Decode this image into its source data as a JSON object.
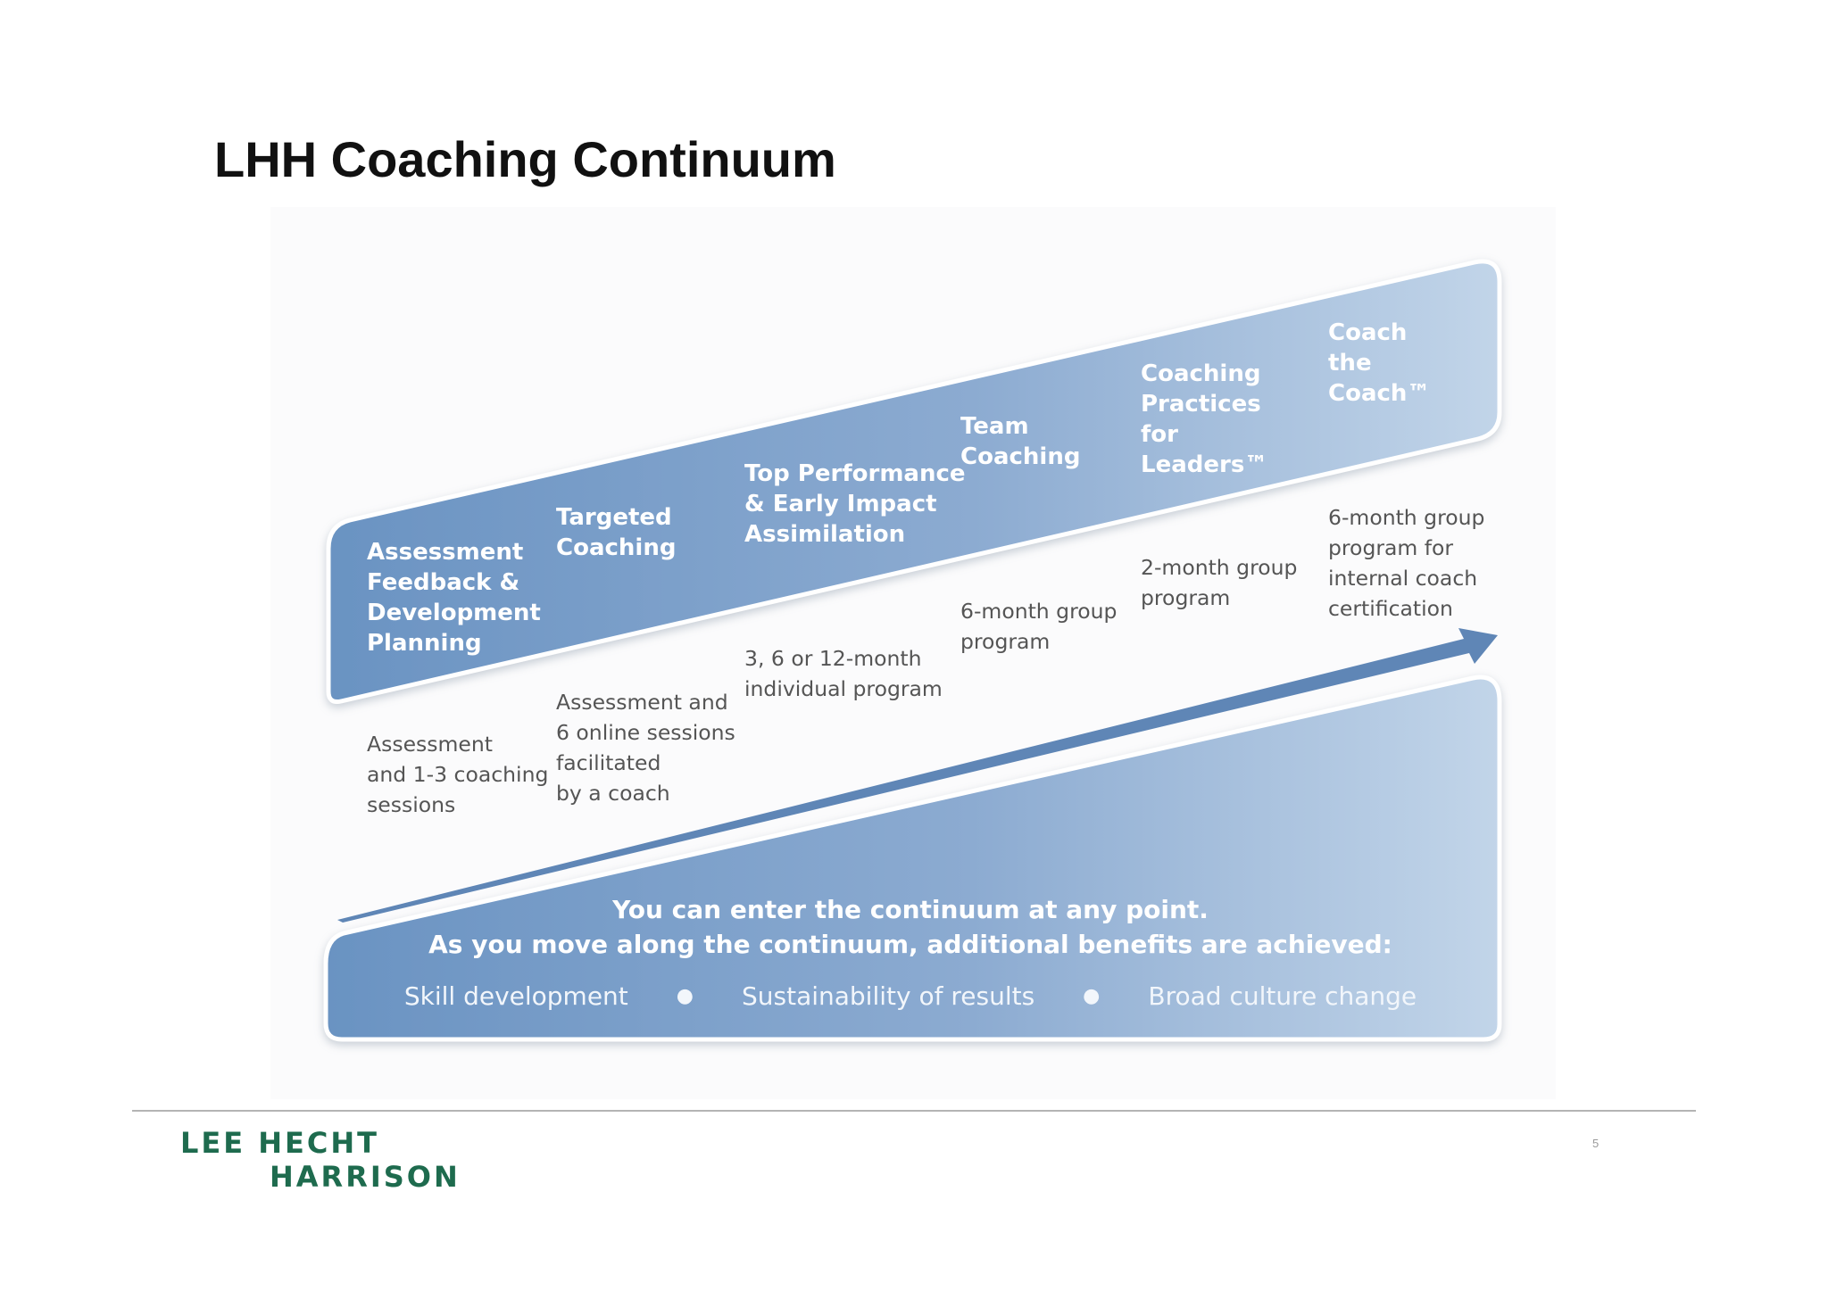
{
  "title": "LHH Coaching Continuum",
  "colors": {
    "band_dark": "#6a93c2",
    "band_light": "#c2d5e9",
    "arrow": "#5f86b6",
    "logo_green": "#1e6b4e"
  },
  "stages": [
    {
      "name": "Assessment\nFeedback &\nDevelopment\nPlanning",
      "description": "Assessment\nand 1-3 coaching\nsessions"
    },
    {
      "name": "Targeted\nCoaching",
      "description": "Assessment and\n6 online sessions\nfacilitated\nby a coach"
    },
    {
      "name": "Top Performance\n& Early Impact\nAssimilation",
      "description": "3, 6 or 12-month\nindividual program"
    },
    {
      "name": "Team\nCoaching",
      "description": "6-month group\nprogram"
    },
    {
      "name": "Coaching\nPractices\nfor\nLeaders™",
      "description": "2-month group\nprogram"
    },
    {
      "name": "Coach\nthe\nCoach™",
      "description": "6-month group\nprogram for\ninternal coach\ncertification"
    }
  ],
  "continuum": {
    "line1": "You can enter the continuum at any point.",
    "line2": "As you move along the continuum, additional benefits are achieved:",
    "benefits": [
      "Skill development",
      "Sustainability of results",
      "Broad culture change"
    ],
    "separator": "●"
  },
  "footer": {
    "logo_line1": "LEE HECHT",
    "logo_line2": "HARRISON",
    "page_number": "5"
  }
}
